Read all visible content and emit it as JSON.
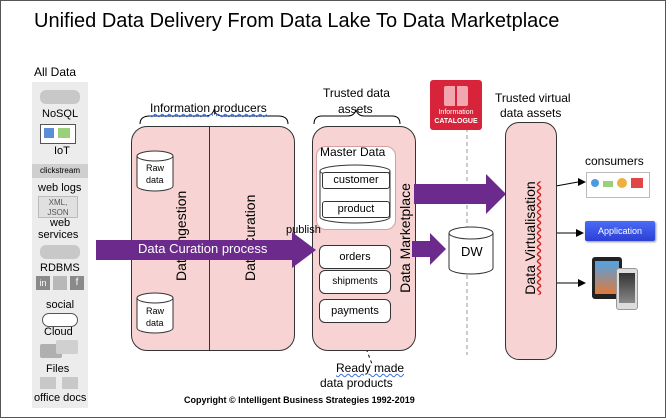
{
  "title": "Unified Data Delivery From Data Lake To Data Marketplace",
  "left": {
    "heading": "All Data",
    "sources": {
      "nosql": "NoSQL",
      "iot": "IoT",
      "clickstream": "clickstream",
      "weblogs": "web logs",
      "xmljson": "XML, JSON",
      "webservices1": "web",
      "webservices2": "services",
      "rdbms": "RDBMS",
      "social": "social",
      "cloud": "Cloud",
      "files": "Files",
      "officedocs": "office docs"
    }
  },
  "producers": {
    "brace_label": "Information producers",
    "raw_data_top": [
      "Raw",
      "data"
    ],
    "raw_data_bottom": [
      "Raw",
      "data"
    ],
    "ingestion": "Data Ingestion",
    "curation": "Data Curation",
    "arrow_label": "Data Curation process",
    "publish": "publish"
  },
  "marketplace": {
    "brace_label_1": "Trusted data",
    "brace_label_2": "assets",
    "master_data": "Master Data",
    "items_top": [
      "customer",
      "product"
    ],
    "items_bottom": [
      "orders",
      "shipments",
      "payments"
    ],
    "vertical_label": "Data Marketplace",
    "ready_made_1": "Ready made",
    "ready_made_2": "data products"
  },
  "catalogue": {
    "line1": "Information",
    "line2": "CATALOGUE"
  },
  "dw": "DW",
  "virtual": {
    "heading_1": "Trusted virtual",
    "heading_2": "data assets",
    "vertical_label": "Data Virtualisation"
  },
  "consumers": {
    "heading": "consumers",
    "application": "Application"
  },
  "copyright": "Copyright © Intelligent Business Strategies 1992-2019",
  "colors": {
    "pink": "#f7d3d3",
    "arrow_purple": "#6b2a8c",
    "catalogue_red": "#d8243a",
    "app_blue": "#3050e8"
  }
}
